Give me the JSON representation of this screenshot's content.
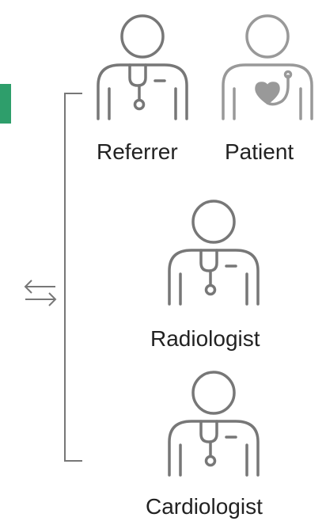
{
  "colors": {
    "accent": "#2e9e6b",
    "icon_stroke": "#777777",
    "patient_stroke": "#999999",
    "label_text": "#222222"
  },
  "roles": {
    "referrer": {
      "label": "Referrer",
      "icon": "doctor-stethoscope-icon"
    },
    "patient": {
      "label": "Patient",
      "icon": "patient-heart-icon"
    },
    "radiologist": {
      "label": "Radiologist",
      "icon": "doctor-stethoscope-icon"
    },
    "cardiologist": {
      "label": "Cardiologist",
      "icon": "doctor-stethoscope-icon"
    }
  },
  "connector": {
    "icon": "exchange-arrows-icon"
  }
}
